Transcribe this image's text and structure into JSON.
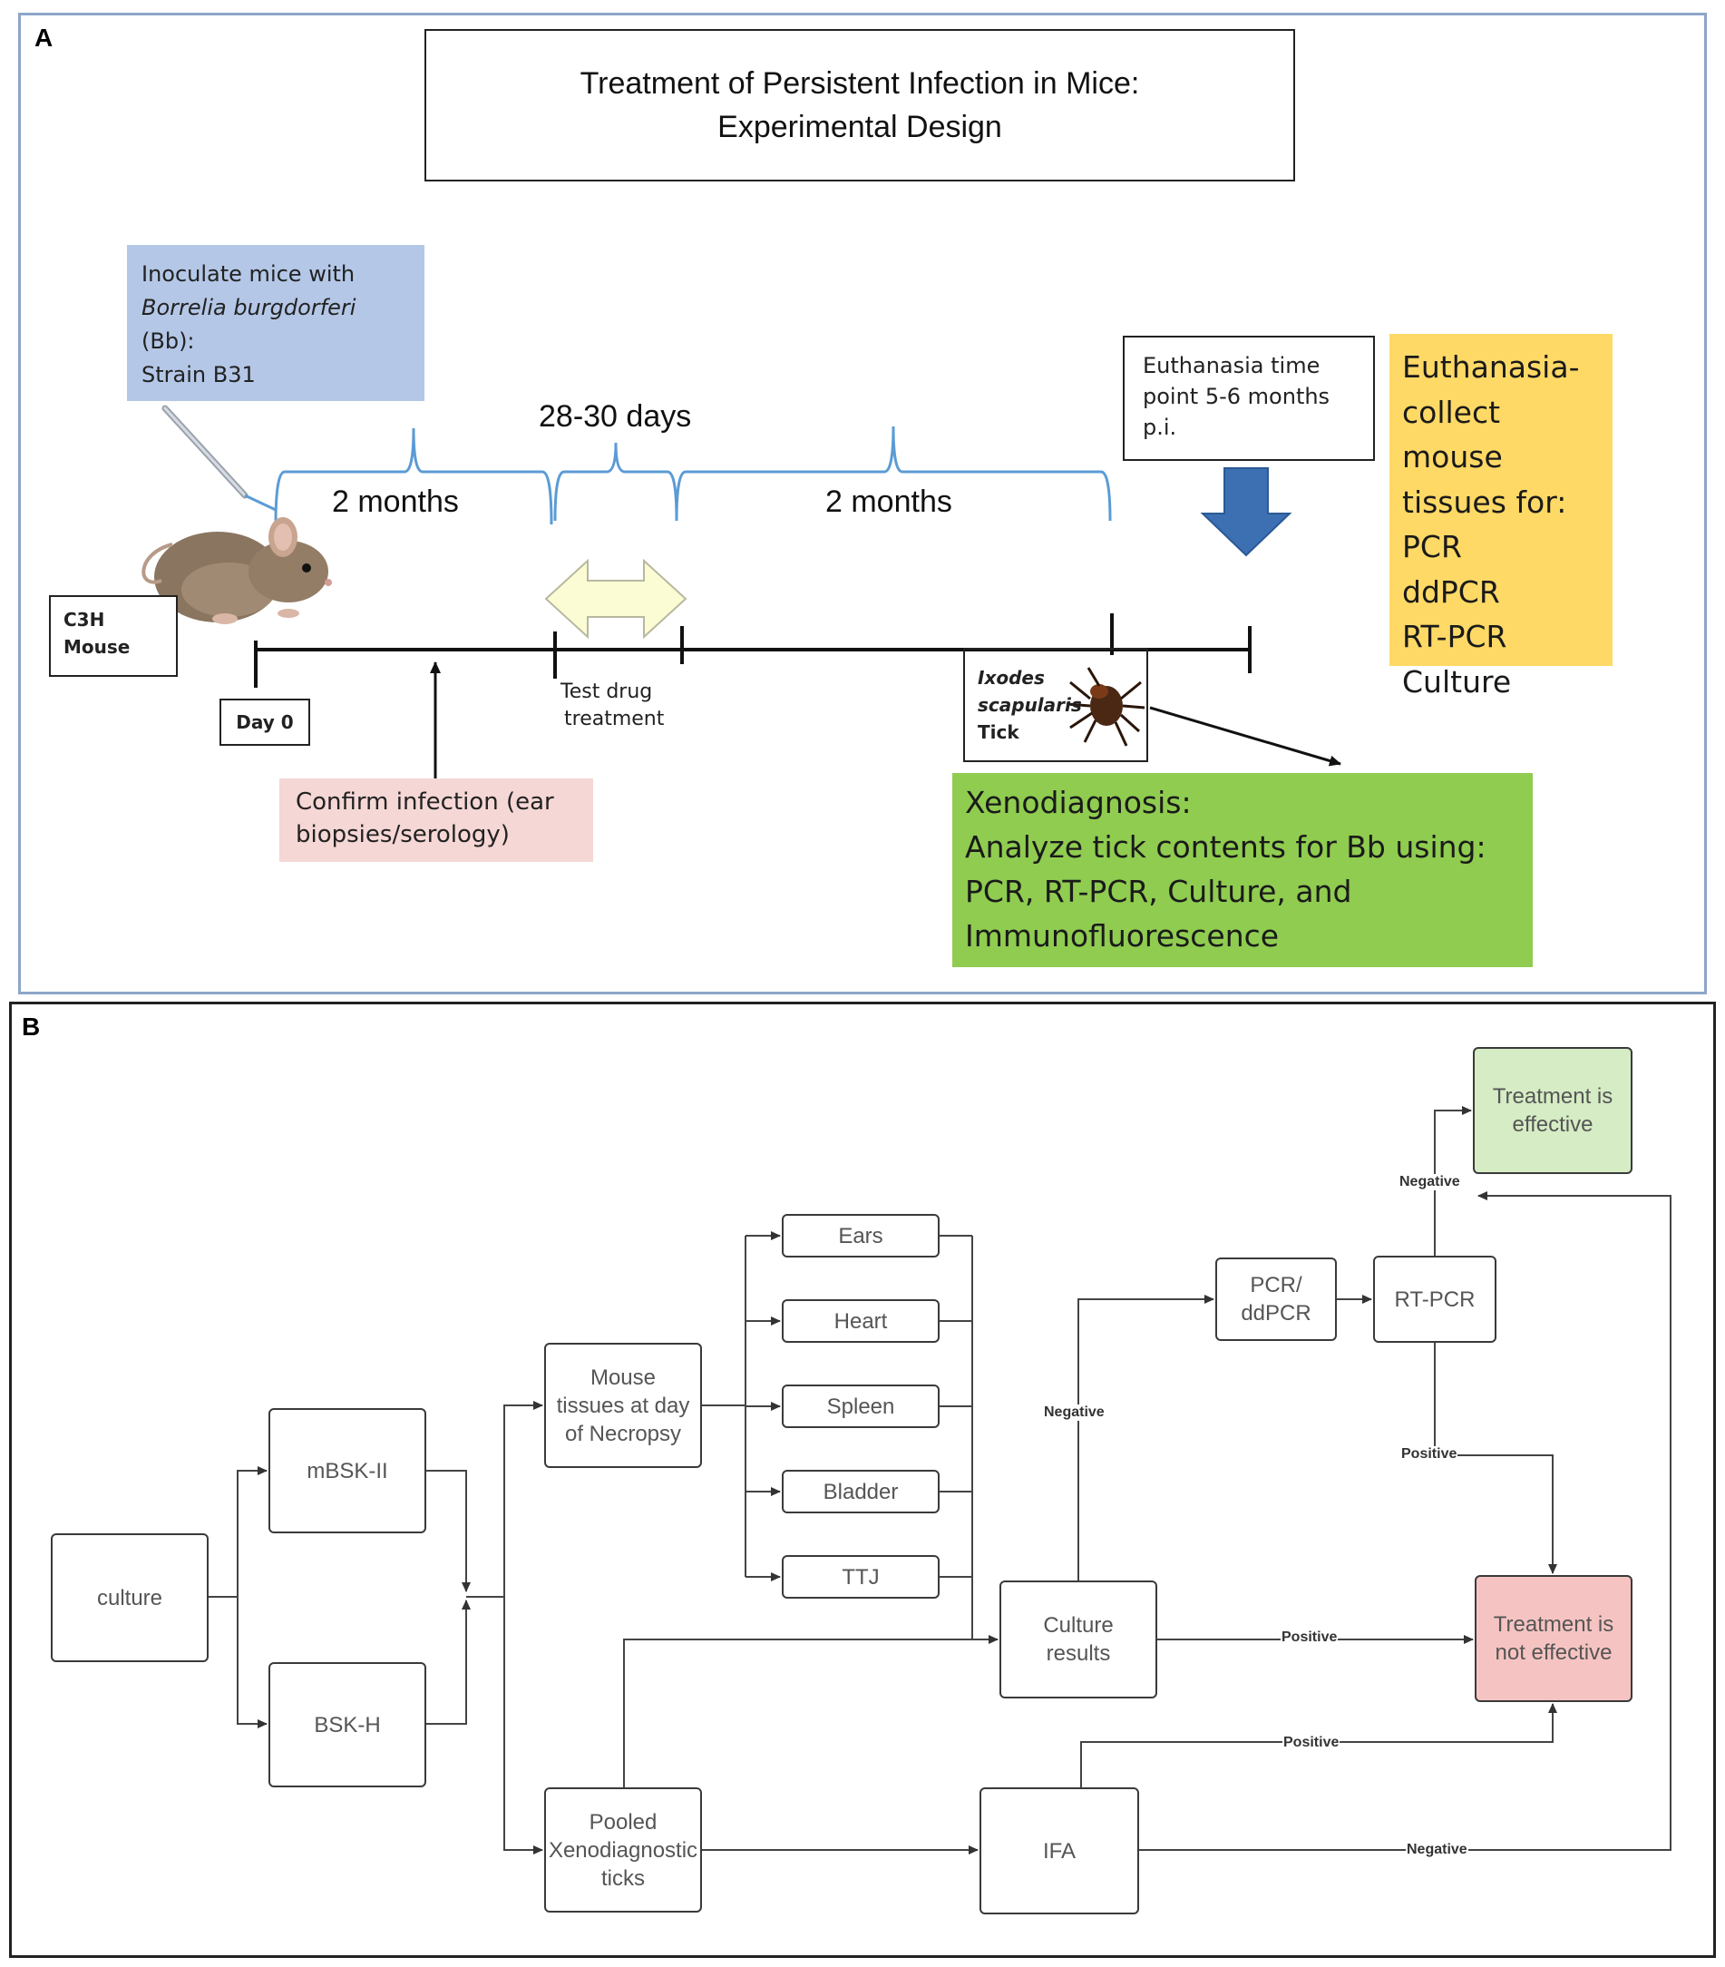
{
  "panel_a": {
    "label": "A",
    "title_line1": "Treatment of Persistent Infection in Mice:",
    "title_line2": "Experimental Design",
    "inoculate": {
      "line1": "Inoculate mice with",
      "line2_italic": "Borrelia burgdorferi",
      "line2_rest": " (Bb):",
      "line3": "Strain B31"
    },
    "mouse_label_line1": "C3H",
    "mouse_label_line2": "Mouse",
    "day0": "Day 0",
    "span_first": "2 months",
    "span_treatment": "28-30 days",
    "span_second": "2 months",
    "test_drug_line1": "Test drug",
    "test_drug_line2": "treatment",
    "confirm_line1": "Confirm infection (ear",
    "confirm_line2": "biopsies/serology)",
    "tick": {
      "line1": "Ixodes",
      "line2": "scapularis",
      "line3": "Tick"
    },
    "euthanasia_time_line1": "Euthanasia time",
    "euthanasia_time_line2": "point 5-6 months",
    "euthanasia_time_line3": "p.i.",
    "collect_lines": [
      "Euthanasia-",
      "collect mouse",
      "tissues for:",
      "PCR",
      "ddPCR",
      "RT-PCR",
      "Culture"
    ],
    "xeno_lines": [
      "Xenodiagnosis:",
      "Analyze tick contents for Bb using:",
      "PCR, RT-PCR, Culture, and",
      "Immunofluorescence"
    ],
    "colors": {
      "inoculate_bg": "#b4c7e7",
      "confirm_bg": "#f5d7d5",
      "collect_bg": "#ffd966",
      "xeno_bg": "#8fcc50",
      "down_arrow": "#3d6fb3",
      "bracket": "#5b9bd5",
      "double_arrow": "#fbfbd4"
    }
  },
  "panel_b": {
    "label": "B",
    "nodes": {
      "culture": "culture",
      "mbsk": "mBSK-II",
      "bskh": "BSK-H",
      "mouse_line1": "Mouse",
      "mouse_line2": "tissues at day",
      "mouse_line3": "of Necropsy",
      "ears": "Ears",
      "heart": "Heart",
      "spleen": "Spleen",
      "bladder": "Bladder",
      "ttj": "TTJ",
      "pooled_line1": "Pooled",
      "pooled_line2": "Xenodiagnostic",
      "pooled_line3": "ticks",
      "culture_results_line1": "Culture",
      "culture_results_line2": "results",
      "ifa": "IFA",
      "pcr_line1": "PCR/",
      "pcr_line2": "ddPCR",
      "rtpcr": "RT-PCR",
      "effective_line1": "Treatment is",
      "effective_line2": "effective",
      "not_effective_line1": "Treatment is",
      "not_effective_line2": "not effective"
    },
    "edge_labels": {
      "negative_culture": "Negative",
      "negative_rtpcr": "Negative",
      "positive_rtpcr": "Positive",
      "positive_culture": "Positive",
      "positive_ifa": "Positive",
      "negative_ifa": "Negative"
    },
    "colors": {
      "effective_bg": "#d5ecc4",
      "not_effective_bg": "#f5c4c2"
    }
  }
}
